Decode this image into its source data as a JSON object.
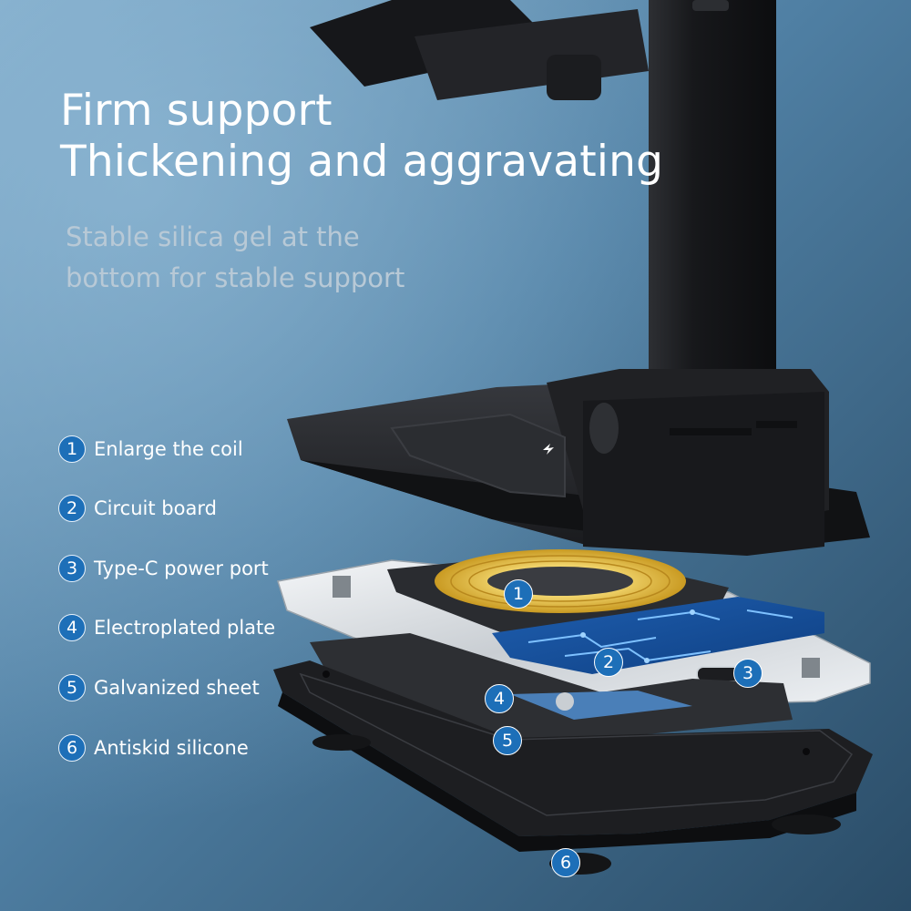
{
  "heading": {
    "line1": "Firm support",
    "line2": "Thickening and aggravating"
  },
  "subheading": {
    "line1": "Stable silica gel at the",
    "line2": "bottom for stable support"
  },
  "features": [
    {
      "number": "1",
      "label": "Enlarge the coil"
    },
    {
      "number": "2",
      "label": "Circuit board"
    },
    {
      "number": "3",
      "label": "Type-C power port"
    },
    {
      "number": "4",
      "label": "Electroplated plate"
    },
    {
      "number": "5",
      "label": "Galvanized sheet"
    },
    {
      "number": "6",
      "label": "Antiskid silicone"
    }
  ],
  "callouts": [
    "1",
    "2",
    "3",
    "4",
    "5",
    "6"
  ],
  "colors": {
    "background_light": "#6f9ec1",
    "background_dark": "#2b4f6b",
    "badge_blue": "#1d6fb8",
    "coil_gold": "#d9b43a",
    "product_black": "#1c1d20"
  }
}
